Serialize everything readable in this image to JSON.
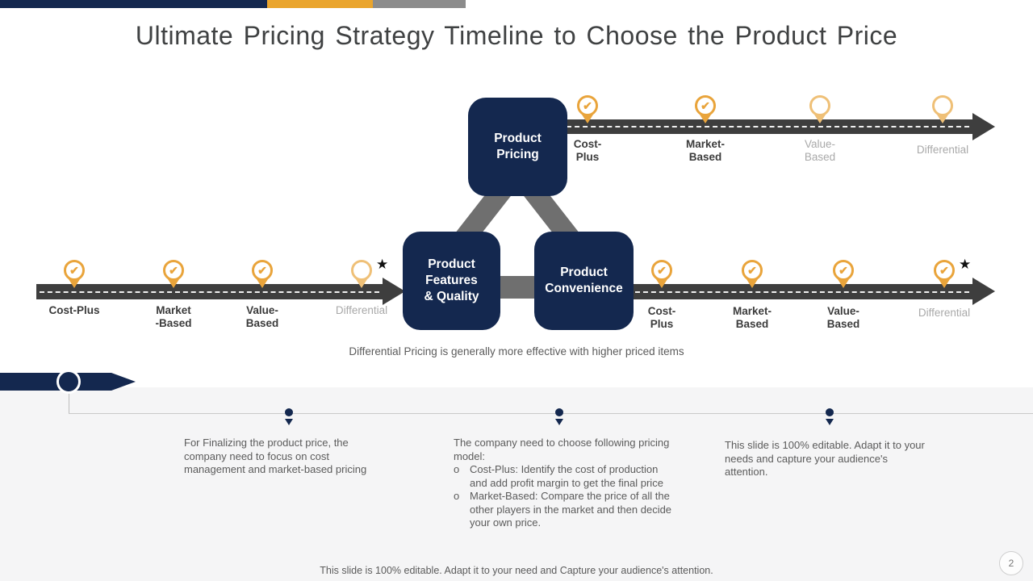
{
  "title": "Ultimate Pricing Strategy Timeline to Choose the Product Price",
  "colors": {
    "navy": "#14284F",
    "orange": "#EAA52D",
    "pin_orange": "#E9A43B",
    "road_gray": "#3E3E3E",
    "connector_gray": "#6F6F6F",
    "text_gray": "#5B5B5B",
    "muted_label_gray": "#A9A9A9",
    "panel_gray": "#F5F5F6"
  },
  "icons": {
    "check": "✔",
    "star": "★",
    "bullet": "o"
  },
  "boxes": {
    "pricing": "Product\nPricing",
    "features": "Product\nFeatures\n& Quality",
    "convenience": "Product\nConvenience"
  },
  "timeline_top": {
    "pins": [
      {
        "label": "Cost-\nPlus",
        "checked": true
      },
      {
        "label": "Market-\nBased",
        "checked": true
      },
      {
        "label": "Value-\nBased",
        "checked": false
      },
      {
        "label": "Differential",
        "checked": false
      }
    ]
  },
  "timeline_left": {
    "pins": [
      {
        "label": "Cost-Plus",
        "checked": true,
        "star": false
      },
      {
        "label": "Market\n-Based",
        "checked": true,
        "star": false
      },
      {
        "label": "Value-\nBased",
        "checked": true,
        "star": false
      },
      {
        "label": "Differential",
        "checked": false,
        "star": true
      }
    ]
  },
  "timeline_right": {
    "pins": [
      {
        "label": "Cost-\nPlus",
        "checked": true,
        "star": false
      },
      {
        "label": "Market-\nBased",
        "checked": true,
        "star": false
      },
      {
        "label": "Value-\nBased",
        "checked": true,
        "star": false
      },
      {
        "label": "Differential",
        "checked": true,
        "star": true
      }
    ]
  },
  "caption": "Differential Pricing is generally more effective with higher priced items",
  "notes": {
    "note1": "For Finalizing the product price, the company need to focus on cost management and market-based pricing",
    "note2_intro": "The company need to choose following pricing model:",
    "note2_bullets": [
      "Cost-Plus: Identify the cost of production and add profit margin to get the final price",
      "Market-Based: Compare the price of all the other players in the market and then decide your own price."
    ],
    "note3": "This slide is 100% editable. Adapt it to your needs and capture your audience's attention."
  },
  "footer": "This slide is 100% editable. Adapt it to your need and Capture your audience's attention.",
  "page_number": "2"
}
